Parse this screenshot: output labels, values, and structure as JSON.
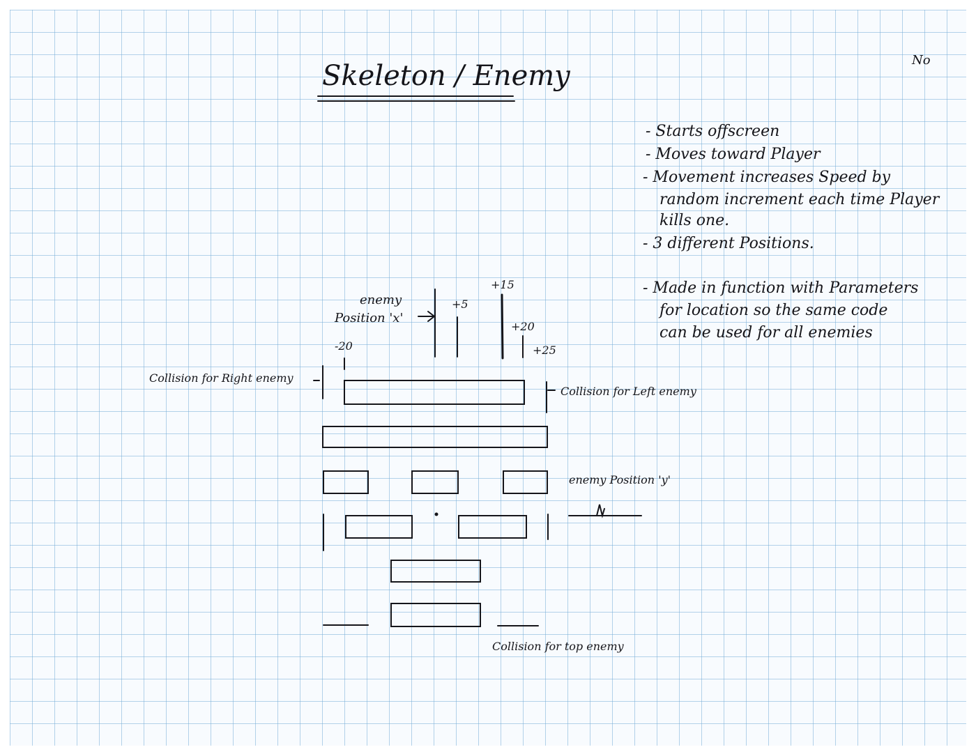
{
  "title": "Skeleton / Enemy",
  "page_number": "No",
  "notes": [
    "- Starts offscreen",
    "- Moves toward Player",
    "- Movement increases Speed by",
    "random increment each time Player",
    "kills one.",
    "- 3 different Positions.",
    "- Made in function with Parameters",
    "for location so the same code",
    "can be used for all enemies"
  ],
  "diagram": {
    "label_x_line1": "enemy",
    "label_x_line2": "Position 'x'",
    "offset_plus5": "+5",
    "offset_plus15": "+15",
    "offset_plus20": "+20",
    "offset_plus25": "+25",
    "offset_minus20": "-20",
    "collision_right": "Collision for Right enemy",
    "collision_left": "Collision for Left enemy",
    "label_y": "enemy Position 'y'",
    "collision_top": "Collision for top enemy"
  },
  "colors": {
    "ink": "#15151a",
    "grid": "#78afd7",
    "paper": "#f8fbfe"
  }
}
